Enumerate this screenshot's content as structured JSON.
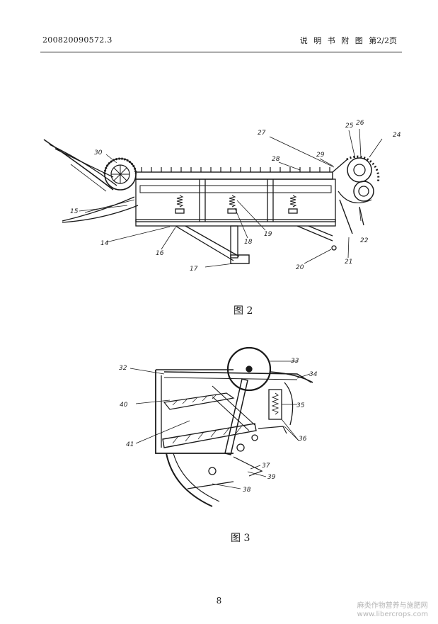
{
  "header": {
    "patent_number": "200820090572.3",
    "section": "说 明 书 附 图",
    "page_of": "第2/2页"
  },
  "figure2": {
    "caption": "图 2",
    "callouts": [
      "15",
      "30",
      "14",
      "16",
      "17",
      "18",
      "19",
      "20",
      "21",
      "22",
      "24",
      "25",
      "26",
      "27",
      "28",
      "29"
    ]
  },
  "figure3": {
    "caption": "图 3",
    "callouts": [
      "32",
      "33",
      "34",
      "35",
      "36",
      "37",
      "38",
      "39",
      "40",
      "41"
    ]
  },
  "footer": {
    "page_number": "8"
  },
  "watermark": {
    "line1": "麻类作物营养与施肥网",
    "line2": "www.libercrops.com"
  }
}
